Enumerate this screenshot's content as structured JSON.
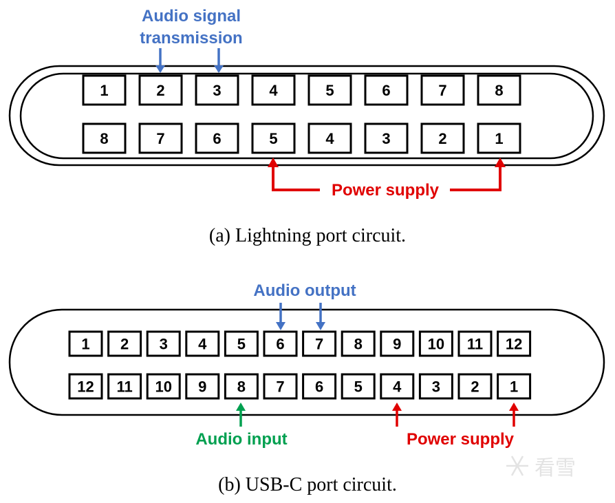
{
  "colors": {
    "blue": "#4472c4",
    "red": "#e00000",
    "green": "#00a050",
    "black": "#000000",
    "watermark": "#e3e3e3"
  },
  "lightning": {
    "top_pins": [
      "1",
      "2",
      "3",
      "4",
      "5",
      "6",
      "7",
      "8"
    ],
    "bottom_pins": [
      "8",
      "7",
      "6",
      "5",
      "4",
      "3",
      "2",
      "1"
    ],
    "audio_label_line1": "Audio signal",
    "audio_label_line2": "transmission",
    "power_label": "Power supply",
    "caption": "(a) Lightning port circuit."
  },
  "usbc": {
    "top_pins": [
      "1",
      "2",
      "3",
      "4",
      "5",
      "6",
      "7",
      "8",
      "9",
      "10",
      "11",
      "12"
    ],
    "bottom_pins": [
      "12",
      "11",
      "10",
      "9",
      "8",
      "7",
      "6",
      "5",
      "4",
      "3",
      "2",
      "1"
    ],
    "audio_output_label": "Audio output",
    "audio_input_label": "Audio input",
    "power_label": "Power supply",
    "caption": "(b) USB-C port circuit."
  },
  "watermark": {
    "text": "看雪",
    "icon": "snowflake-icon"
  }
}
